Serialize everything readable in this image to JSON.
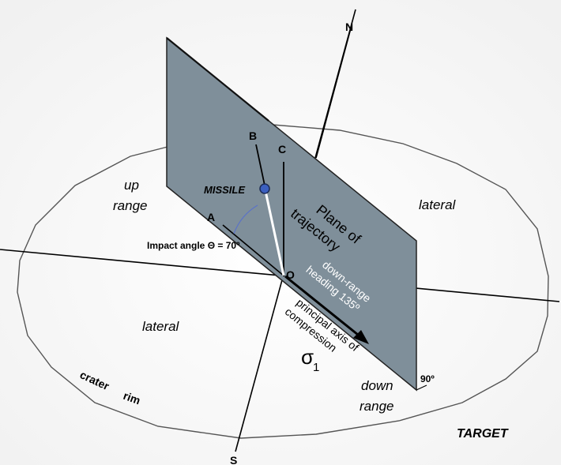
{
  "labels": {
    "north": "N",
    "south": "S",
    "b": "B",
    "c": "C",
    "a": "A",
    "o": "O",
    "missile": "MISSILE",
    "impact_angle": "Impact angle  Θ =   70º",
    "up_range_1": "up",
    "up_range_2": "range",
    "lateral_left": "lateral",
    "lateral_right": "lateral",
    "plane_1": "Plane of",
    "plane_2": "trajectory",
    "heading_1": "down-range",
    "heading_2": "heading 135º",
    "compression_1": "principal axis of",
    "compression_2": "compression",
    "sigma": "σ",
    "sigma_sub": "1",
    "down_range_1": "down",
    "down_range_2": "range",
    "right_angle": "90º",
    "crater_1": "crater",
    "crater_2": "rim",
    "target": "TARGET"
  },
  "colors": {
    "plane_fill": "#7f8f9a",
    "missile_fill": "#3b5fbf",
    "angle_arc": "#5a72c8",
    "crater_rim": "#555555"
  }
}
